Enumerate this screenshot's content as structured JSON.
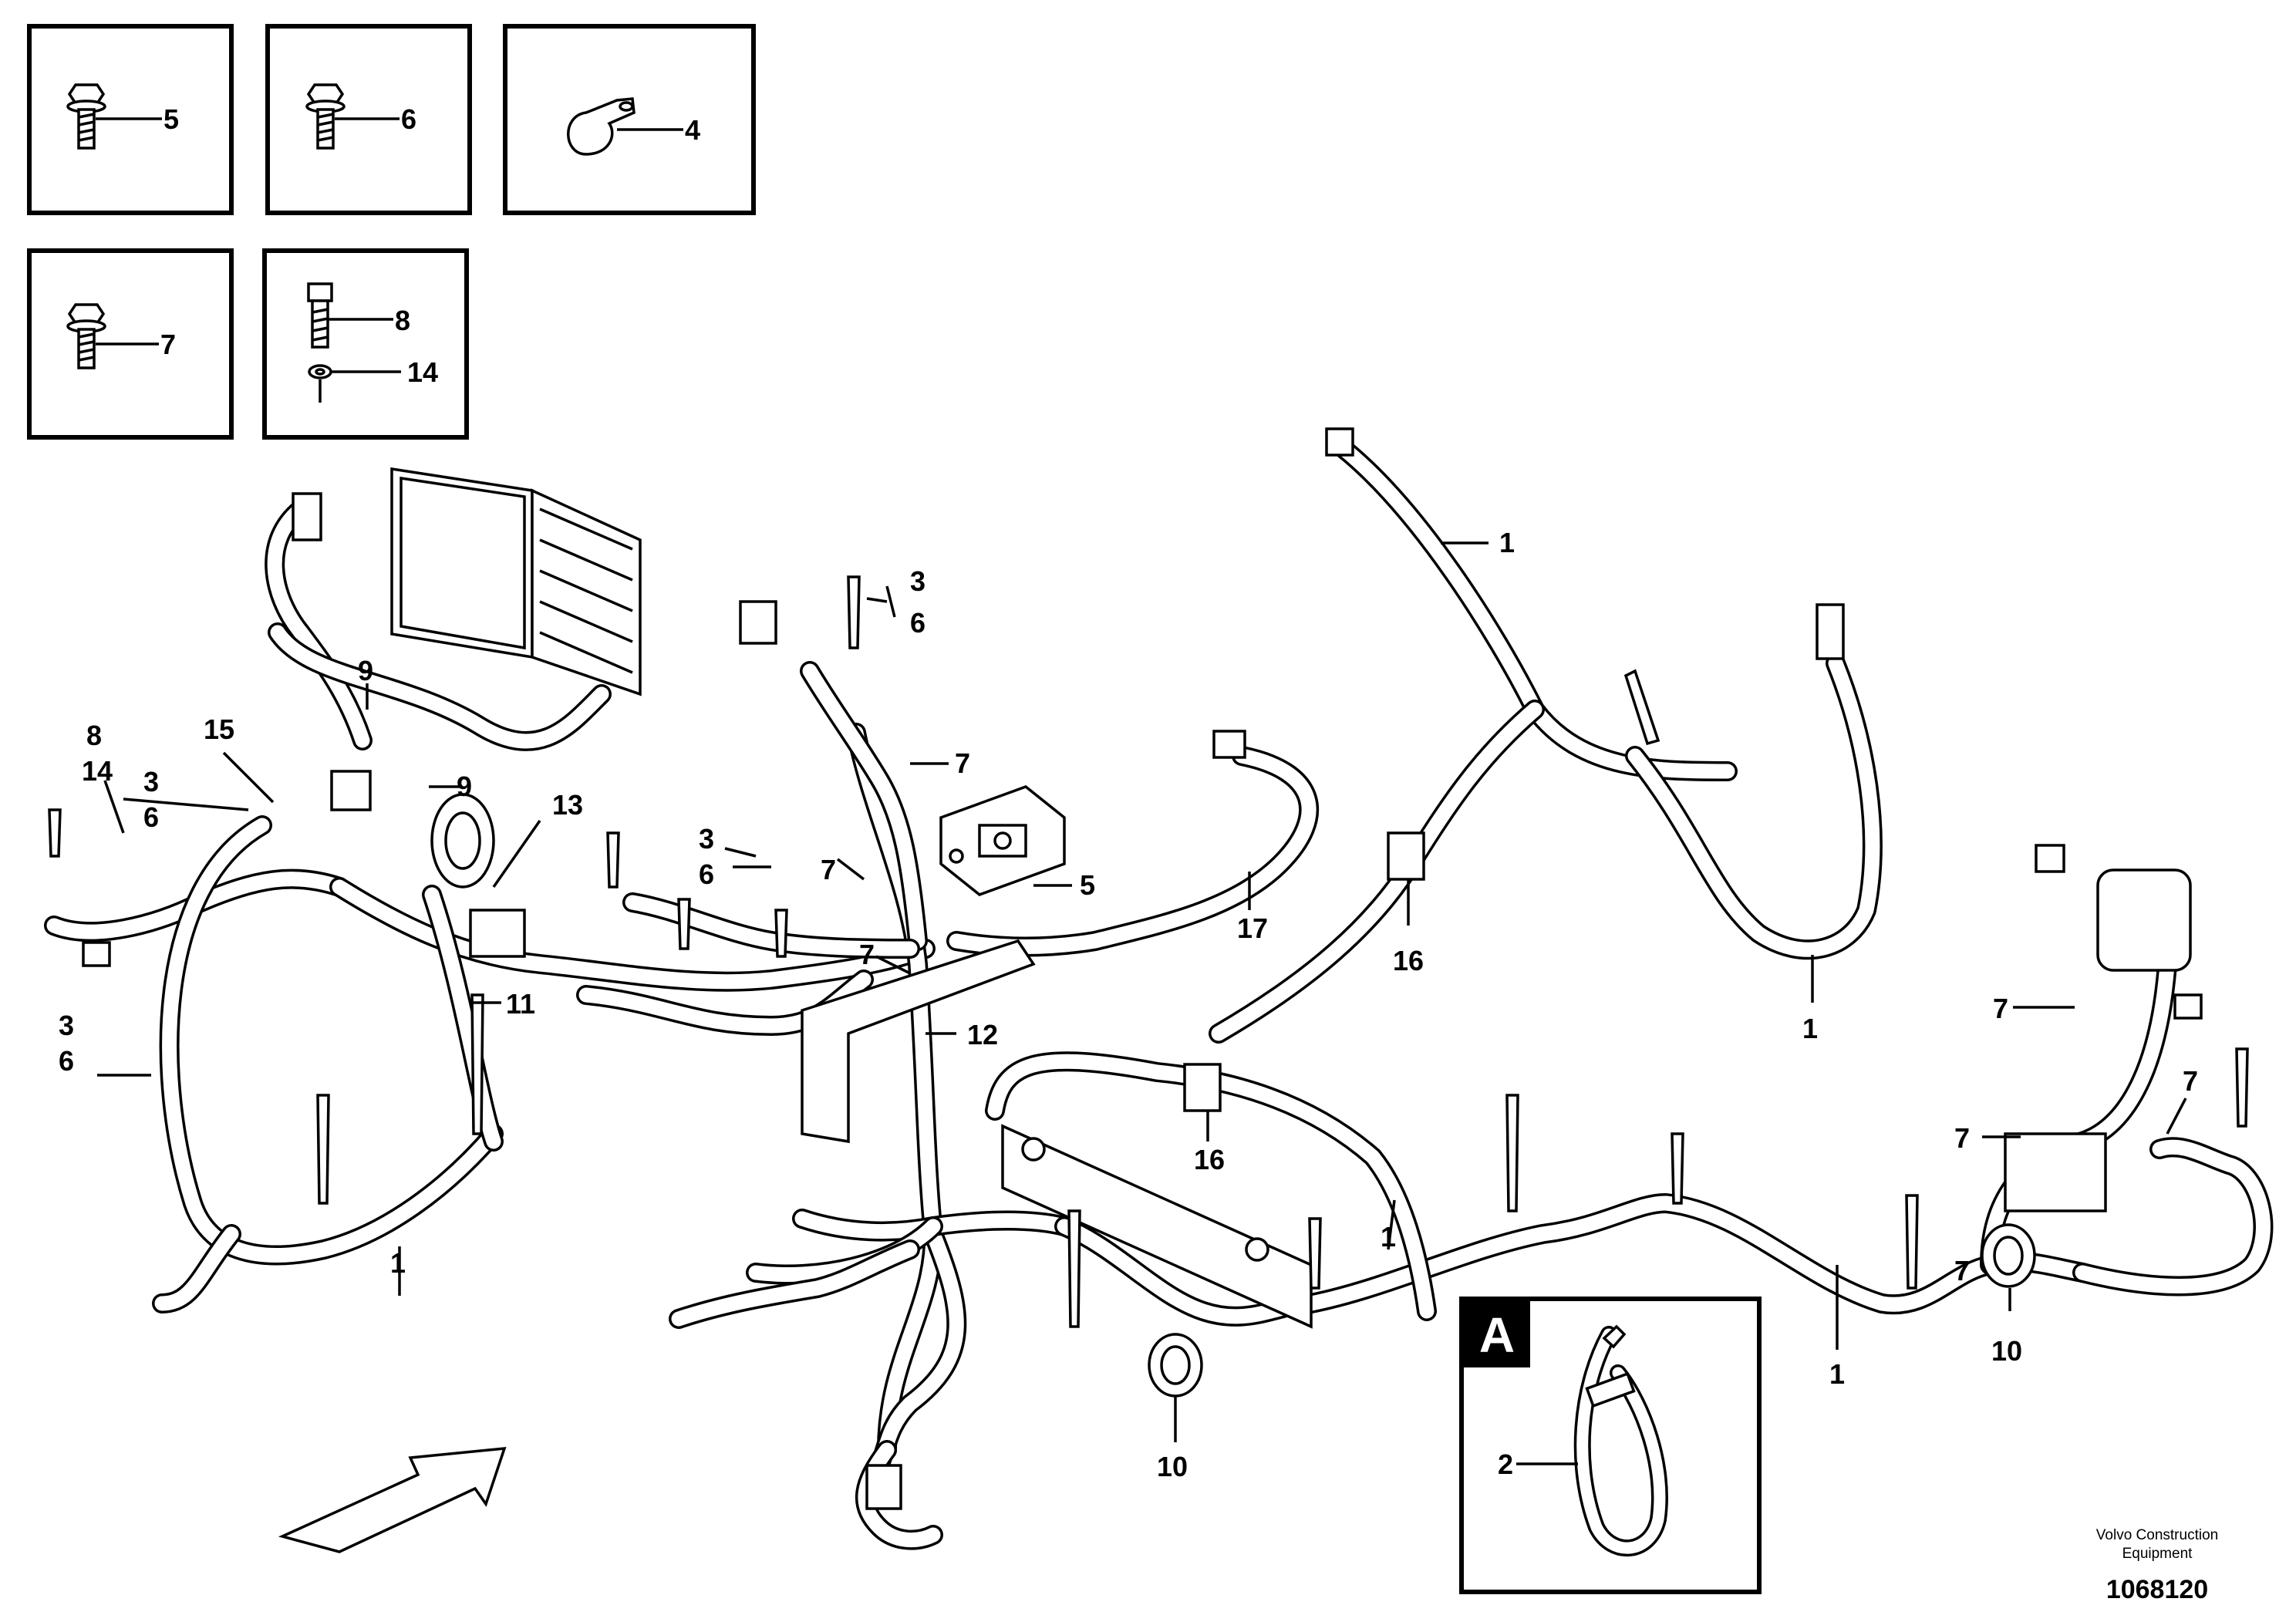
{
  "callouts": {
    "n1": "1",
    "n2": "2",
    "n3": "3",
    "n4": "4",
    "n5": "5",
    "n6": "6",
    "n7": "7",
    "n8": "8",
    "n9": "9",
    "n10": "10",
    "n11": "11",
    "n12": "12",
    "n13": "13",
    "n14": "14",
    "n15": "15",
    "n16": "16",
    "n17": "17"
  },
  "detail": {
    "label": "A"
  },
  "footer": {
    "company_line1": "Volvo Construction",
    "company_line2": "Equipment",
    "doc_id": "1068120"
  }
}
